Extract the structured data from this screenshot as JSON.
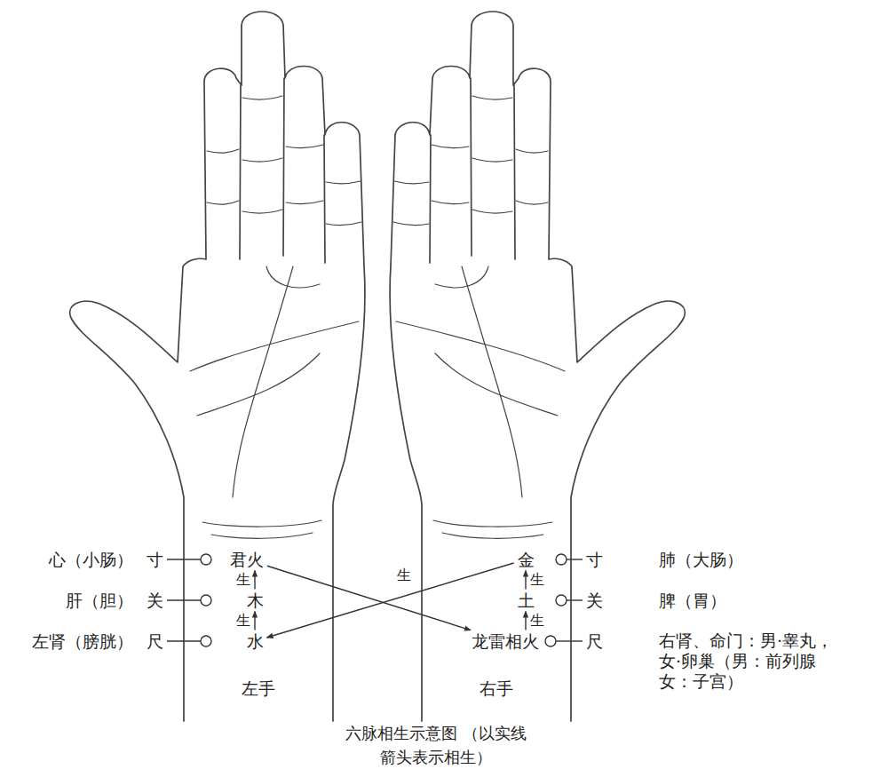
{
  "diagram": {
    "caption": "六脉相生示意图 （以实线箭头表示相生）",
    "nodes": [
      {
        "text": [
          "君火"
        ]
      },
      {
        "text": [
          "木"
        ]
      },
      {
        "text": [
          "水"
        ]
      },
      {
        "text": [
          "金"
        ]
      },
      {
        "text": [
          "土"
        ]
      },
      {
        "text": [
          "龙雷相火"
        ]
      }
    ],
    "edges": [
      {
        "from": 2,
        "to": 1,
        "arrow": "to",
        "label": "生"
      },
      {
        "from": 1,
        "to": 0,
        "arrow": "to",
        "label": "生"
      },
      {
        "from": 5,
        "to": 4,
        "arrow": "to",
        "label": "生"
      },
      {
        "from": 4,
        "to": 3,
        "arrow": "to",
        "label": "生"
      },
      {
        "from": 3,
        "to": 2,
        "arrow": "to",
        "label": "生"
      },
      {
        "from": 0,
        "to": 5,
        "arrow": "to"
      }
    ],
    "labels": [
      "心（小肠）",
      "寸",
      "肝（胆）",
      "关",
      "左肾（膀胱）",
      "尺",
      "寸",
      "肺（大肠）",
      "关",
      "脾（胃）",
      "尺",
      "右肾、命门：男·睾丸，女·卵巢（男：前列腺 女：子宫）",
      "左手",
      "右手"
    ]
  }
}
